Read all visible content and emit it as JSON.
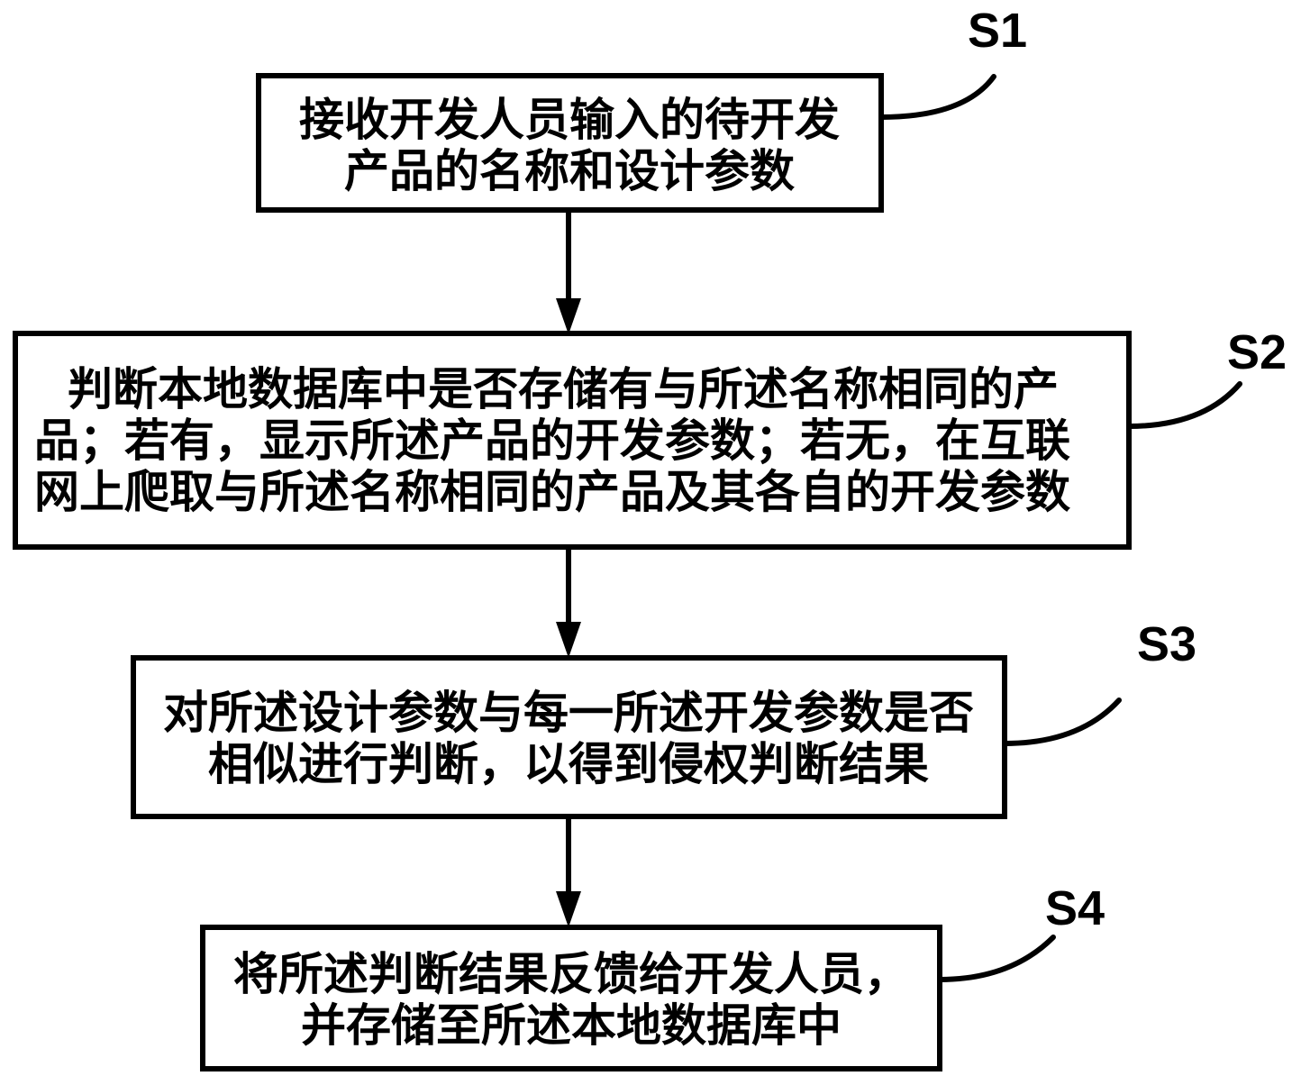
{
  "figure": {
    "type": "flowchart",
    "ink_color": "#000000",
    "background_color": "#ffffff",
    "steps": [
      {
        "label": "S1",
        "text": "接收开发人员输入的待开发产品的名称和设计参数",
        "lines": [
          "接收开发人员输入的待开发",
          "产品的名称和设计参数"
        ]
      },
      {
        "label": "S2",
        "text": "判断本地数据库中是否存储有与所述名称相同的产品；若有，显示所述产品的开发参数；若无，在互联网上爬取与所述名称相同的产品及其各自的开发参数",
        "lines": [
          "判断本地数据库中是否存储有与所述名称相同的产",
          "品；若有，显示所述产品的开发参数；若无，在互联",
          "网上爬取与所述名称相同的产品及其各自的开发参数"
        ]
      },
      {
        "label": "S3",
        "text": "对所述设计参数与每一所述开发参数是否相似进行判断，以得到侵权判断结果",
        "lines": [
          "对所述设计参数与每一所述开发参数是否",
          "相似进行判断，以得到侵权判断结果"
        ]
      },
      {
        "label": "S4",
        "text": "将所述判断结果反馈给开发人员，并存储至所述本地数据库中",
        "lines": [
          "将所述判断结果反馈给开发人员，",
          "并存储至所述本地数据库中"
        ]
      }
    ]
  }
}
